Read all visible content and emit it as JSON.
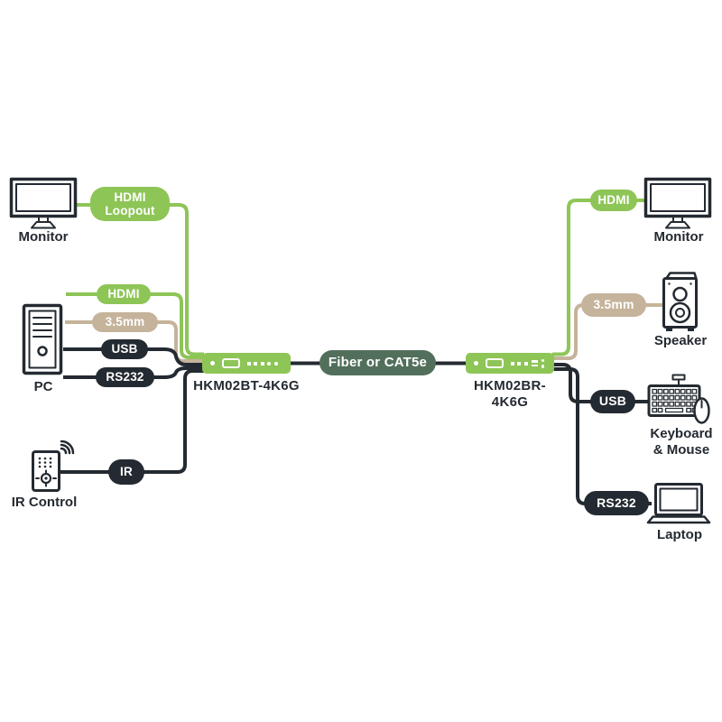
{
  "diagram": {
    "colors": {
      "green": "#8EC557",
      "tan": "#C5B39B",
      "dark": "#242A31",
      "sage": "#526F5C",
      "background": "#FFFFFF"
    },
    "transmitter": {
      "model": "HKM02BT-4K6G"
    },
    "receiver": {
      "model": "HKM02BR-4K6G"
    },
    "link_label": "Fiber or CAT5e",
    "left": {
      "monitor": "Monitor",
      "pc": "PC",
      "ir_control": "IR Control",
      "pill_hdmi_loopout_line1": "HDMI",
      "pill_hdmi_loopout_line2": "Loopout",
      "pill_hdmi": "HDMI",
      "pill_audio": "3.5mm",
      "pill_usb": "USB",
      "pill_rs232": "RS232",
      "pill_ir": "IR"
    },
    "right": {
      "monitor": "Monitor",
      "speaker": "Speaker",
      "keyboard_line1": "Keyboard",
      "keyboard_line2": "& Mouse",
      "laptop": "Laptop",
      "pill_hdmi": "HDMI",
      "pill_audio": "3.5mm",
      "pill_usb": "USB",
      "pill_rs232": "RS232"
    },
    "icons": {
      "left": [
        "monitor-icon",
        "desktop-tower-icon",
        "ir-remote-icon"
      ],
      "right": [
        "monitor-icon",
        "speaker-icon",
        "keyboard-mouse-icon",
        "laptop-icon"
      ]
    }
  }
}
